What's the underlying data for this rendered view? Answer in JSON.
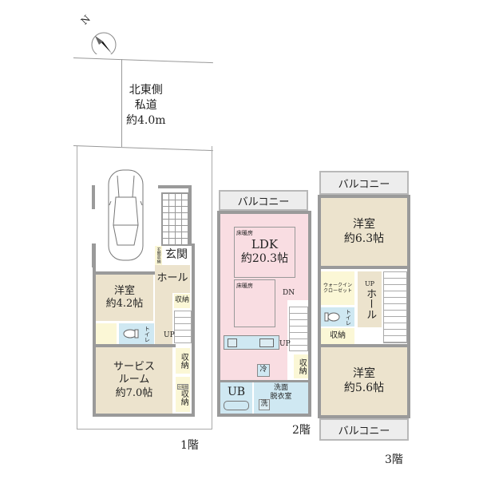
{
  "compass": {
    "label": "N"
  },
  "road": {
    "line1": "北東側",
    "line2": "私道",
    "line3": "約4.0m"
  },
  "floor1": {
    "label": "1階",
    "genkan": "玄関",
    "shoe_storage": "玄関収納",
    "hall": "ホール",
    "western_room": {
      "name": "洋室",
      "size": "約4.2帖"
    },
    "toilet": "トイレ",
    "storage1": "収納",
    "storage2": "収納",
    "storage3": "収納",
    "storage3_tag": "分電盤",
    "up": "UP",
    "service_room": {
      "line1": "サービス",
      "line2": "ルーム",
      "size": "約7.0帖"
    }
  },
  "floor2": {
    "label": "2階",
    "balcony": "バルコニー",
    "ldk": {
      "name": "LDK",
      "size": "約20.3帖"
    },
    "floor_heating1": "床暖房",
    "floor_heating2": "床暖房",
    "dn": "DN",
    "up": "UP",
    "fridge": "冷",
    "storage": "収納",
    "bath": "UB",
    "washroom_line1": "洗面",
    "washroom_line2": "脱衣室",
    "washer": "洗"
  },
  "floor3": {
    "label": "3階",
    "balcony_top": "バルコニー",
    "balcony_bottom": "バルコニー",
    "room1": {
      "name": "洋室",
      "size": "約6.3帖"
    },
    "walk_in_closet_line1": "ウォークイン",
    "walk_in_closet_line2": "クローゼット",
    "up": "UP",
    "hall": "ホール",
    "toilet": "トイレ",
    "storage": "収納",
    "room2": {
      "name": "洋室",
      "size": "約5.6帖"
    }
  }
}
